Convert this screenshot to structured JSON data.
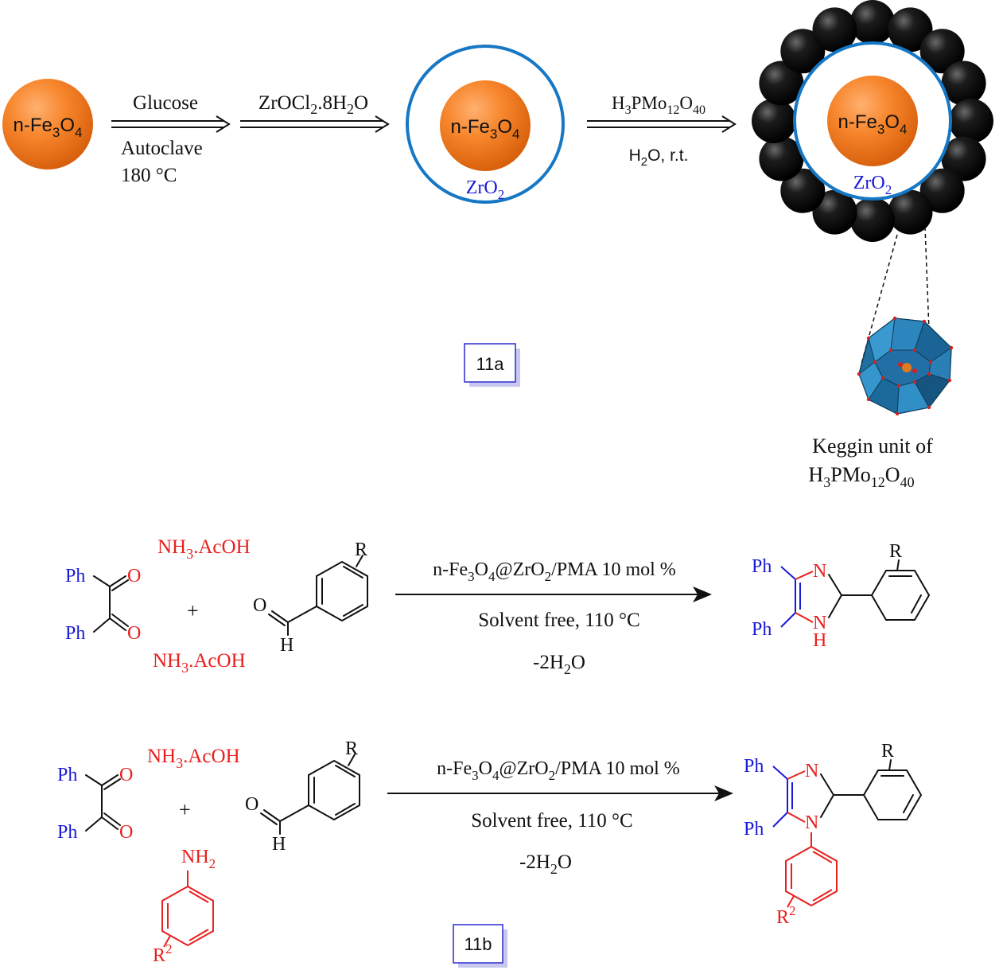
{
  "scheme_a": {
    "core_label": "n-Fe",
    "core_sub3": "3",
    "core_O": "O",
    "core_sub4": "4",
    "step1": {
      "top": "Glucose",
      "bottom1": "Autoclave",
      "bottom2": "180 °C"
    },
    "step2": {
      "top_a": "ZrOCl",
      "top_sub2": "2",
      "top_b": ".8H",
      "top_sub2b": "2",
      "top_c": "O"
    },
    "shell_label": {
      "text": "ZrO",
      "sub": "2"
    },
    "step3": {
      "top_a": "H",
      "top_sub3": "3",
      "top_b": "PMo",
      "top_sub12": "12",
      "top_c": "O",
      "top_sub40": "40",
      "bottom_a": "H",
      "bottom_sub": "2",
      "bottom_b": "O, r.t."
    },
    "tag": "11a",
    "keggin_caption1": "Keggin unit of",
    "keggin_caption2": {
      "a": "H",
      "s3": "3",
      "b": "PMo",
      "s12": "12",
      "c": "O",
      "s40": "40"
    }
  },
  "scheme_b1": {
    "ph": "Ph",
    "o": "O",
    "plus": "+",
    "nh3_a": "NH",
    "nh3_sub": "3",
    "nh3_b": ".AcOH",
    "h": "H",
    "r": "R",
    "n": "N",
    "cond1": {
      "a": "n-Fe",
      "s3": "3",
      "b": "O",
      "s4": "4",
      "c": "@ZrO",
      "s2": "2",
      "d": "/PMA 10 mol %"
    },
    "cond2": "Solvent free, 110 °C",
    "cond3": {
      "a": "-2H",
      "s2": "2",
      "b": "O"
    }
  },
  "scheme_b2": {
    "nh2_a": "NH",
    "nh2_sub": "2",
    "r2_a": "R",
    "r2_sup": "2",
    "tag": "11b"
  }
}
